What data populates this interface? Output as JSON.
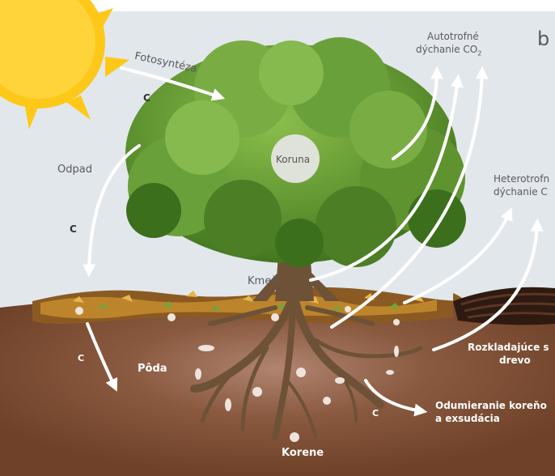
{
  "corner_letter": "b",
  "labels": {
    "photosynthesis": "Fotosyntéza",
    "c_upper": "C",
    "litter": "Odpad",
    "c_left": "C",
    "crown": "Koruna",
    "trunk": "Kmeň",
    "autotrophic_line1": "Autotrofné",
    "autotrophic_line2": "dýchanie CO",
    "autotrophic_sub": "2",
    "heterotrophic_line1": "Heterotrofn",
    "heterotrophic_line2": "dýchanie C",
    "soil": "Pôda",
    "c_soil": "C",
    "decaying_line1": "Rozkladajúce s",
    "decaying_line2": "drevo",
    "root_death_line1": "Odumieranie koreňo",
    "root_death_line2": "a exsudácia",
    "c_roots": "C",
    "roots": "Korene"
  },
  "colors": {
    "sky": "#e2e7ec",
    "soil": "#7a4a32",
    "soil_light": "#a07560",
    "foliage": "#5f9330",
    "foliage_dark": "#3c6f1c",
    "trunk": "#6e5238",
    "sun": "#fdc817",
    "arrow": "#ffffff"
  }
}
